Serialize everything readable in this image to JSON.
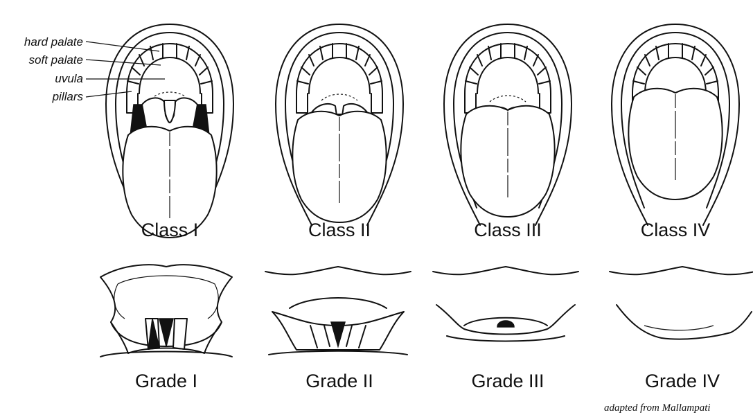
{
  "labels": {
    "hard_palate": "hard palate",
    "soft_palate": "soft palate",
    "uvula": "uvula",
    "pillars": "pillars"
  },
  "classes": [
    "Class I",
    "Class II",
    "Class III",
    "Class IV"
  ],
  "grades": [
    "Grade I",
    "Grade II",
    "Grade III",
    "Grade IV"
  ],
  "credit": "adapted from Mallampati"
}
